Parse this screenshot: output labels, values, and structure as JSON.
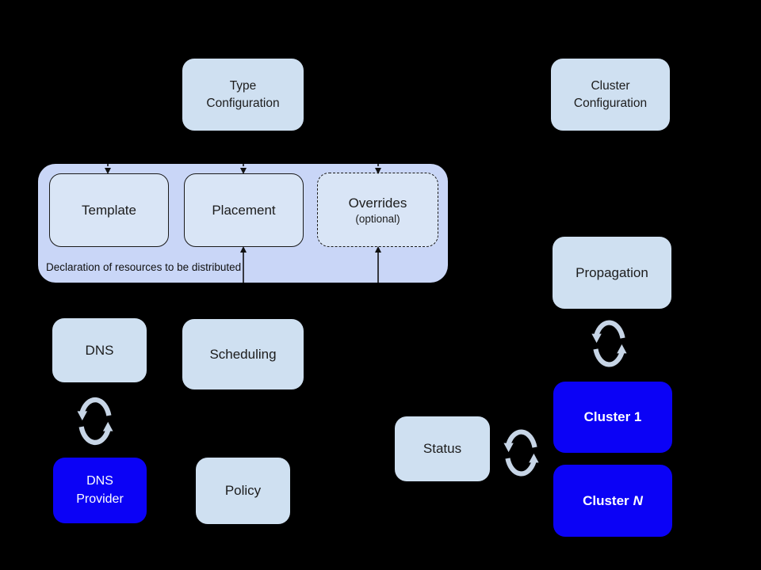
{
  "colors": {
    "background": "#000000",
    "container_fill": "#c9d6f7",
    "inner_box_fill": "#d9e5f6",
    "light_box_fill": "#cfe0f1",
    "blue_box_fill": "#0b02f6",
    "sync_icon": "#c7d5e6",
    "arrow_color": "#111111",
    "text_dark": "#1c1c1c",
    "text_light": "#ffffff"
  },
  "boxes": {
    "type_configuration": {
      "line1": "Type",
      "line2": "Configuration"
    },
    "cluster_configuration": {
      "line1": "Cluster",
      "line2": "Configuration"
    },
    "template": {
      "label": "Template"
    },
    "placement": {
      "label": "Placement"
    },
    "overrides": {
      "label": "Overrides",
      "sublabel": "(optional)"
    },
    "dns": {
      "label": "DNS"
    },
    "scheduling": {
      "label": "Scheduling"
    },
    "propagation": {
      "label": "Propagation"
    },
    "dns_provider": {
      "line1": "DNS",
      "line2": "Provider"
    },
    "policy": {
      "label": "Policy"
    },
    "status": {
      "label": "Status"
    },
    "cluster_1": {
      "label": "Cluster 1"
    },
    "cluster_n": {
      "prefix": "Cluster",
      "suffix": "N"
    }
  },
  "container": {
    "caption": "Declaration of resources to be distributed"
  }
}
